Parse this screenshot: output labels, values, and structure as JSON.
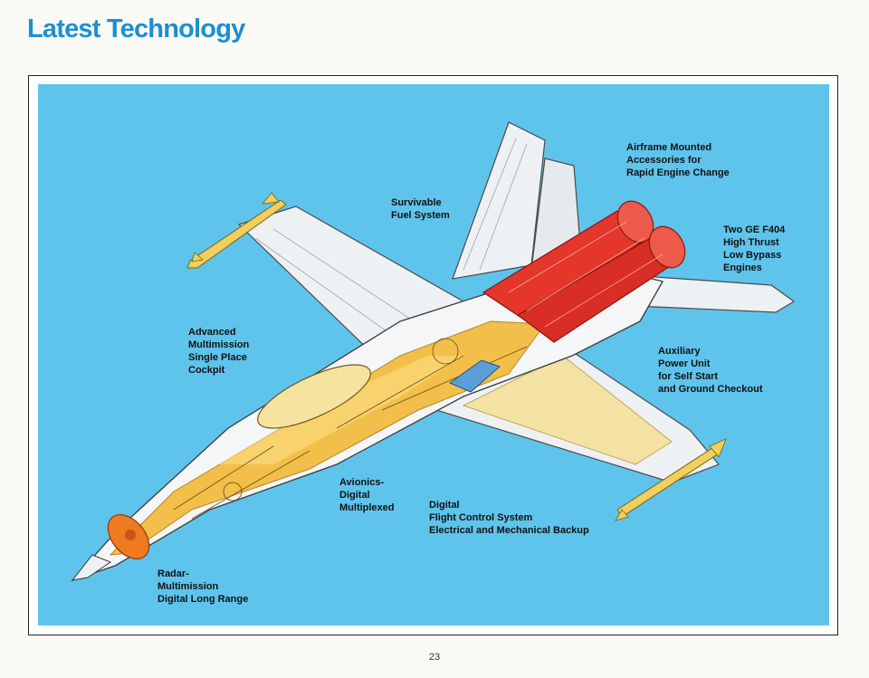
{
  "page": {
    "title": "Latest Technology",
    "page_number": "23"
  },
  "callouts": {
    "airframe_accessories": [
      "Airframe Mounted",
      "Accessories for",
      "Rapid Engine Change"
    ],
    "fuel_system": [
      "Survivable",
      "Fuel System"
    ],
    "engines": [
      "Two GE F404",
      "High Thrust",
      "Low Bypass",
      "Engines"
    ],
    "cockpit": [
      "Advanced",
      "Multimission",
      "Single Place",
      "Cockpit"
    ],
    "apu": [
      "Auxiliary",
      "Power Unit",
      "for Self Start",
      "and Ground Checkout"
    ],
    "avionics": [
      "Avionics-",
      "Digital",
      "Multiplexed"
    ],
    "flight_control": [
      "Digital",
      "Flight Control System",
      "Electrical and Mechanical Backup"
    ],
    "radar": [
      "Radar-",
      "Multimission",
      "Digital Long Range"
    ]
  },
  "colors": {
    "title": "#1e8fd0",
    "sky_panel": "#5fc4ec",
    "engine_red": "#e5362c",
    "fuselage_yellow": "#f2c04a",
    "airframe_white": "#f4f6f8"
  }
}
